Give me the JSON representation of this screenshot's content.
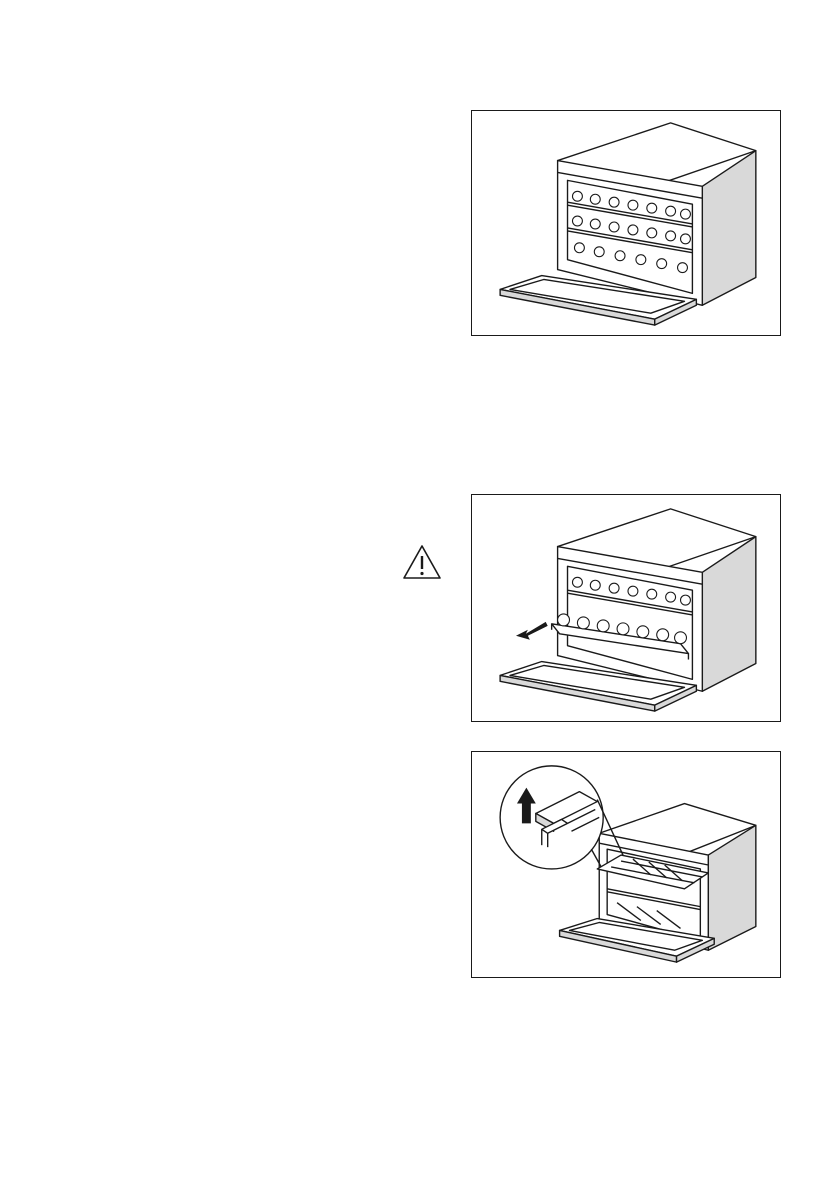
{
  "page": {
    "figures": [
      {
        "id": "fig-wine-cabinet-open-door",
        "icon": "wine-cabinet-door-open-illustration"
      },
      {
        "id": "fig-shelf-pull-out",
        "icon": "wine-cabinet-shelf-pull-out-illustration"
      },
      {
        "id": "fig-shelf-lift-out",
        "icon": "wine-cabinet-shelf-lift-out-illustration"
      }
    ],
    "warning_icon": "warning-triangle-icon",
    "colors": {
      "line": "#1a1a1a",
      "background": "#ffffff",
      "shade": "#d9d9d9"
    }
  }
}
